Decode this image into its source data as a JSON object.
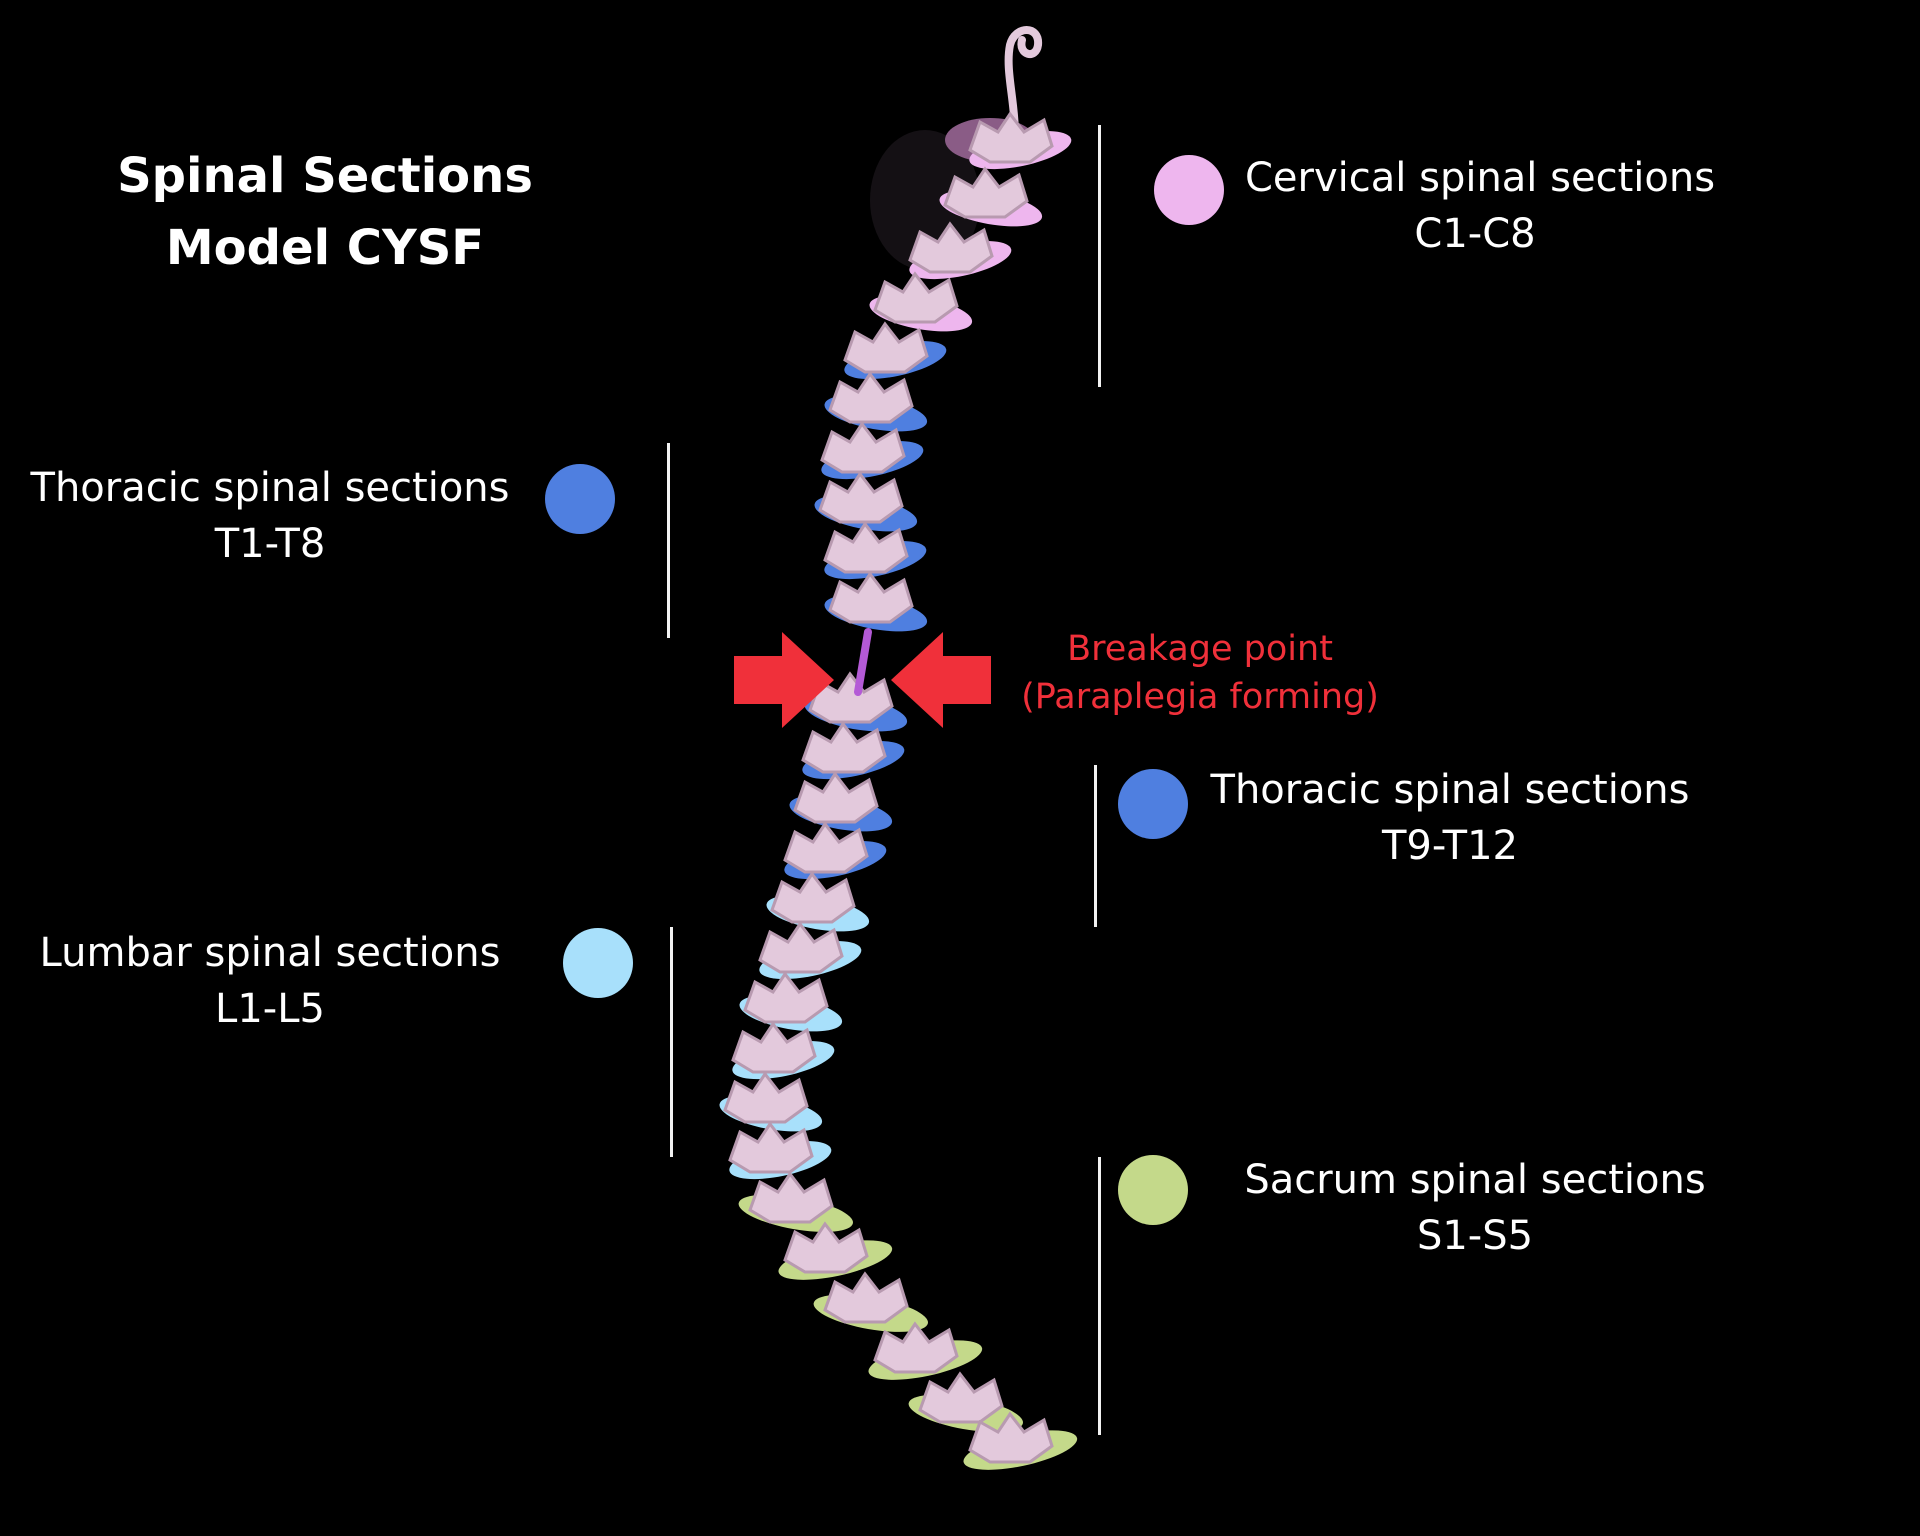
{
  "title": {
    "line1": "Spinal Sections",
    "line2": "Model CYSF"
  },
  "sections": {
    "cervical": {
      "name": "Cervical spinal sections",
      "range": "C1-C8",
      "color": "#eeb6ee"
    },
    "thoracic_upper": {
      "name": "Thoracic spinal sections",
      "range": "T1-T8",
      "color": "#4f7fe0"
    },
    "thoracic_lower": {
      "name": "Thoracic spinal sections",
      "range": "T9-T12",
      "color": "#4f7fe0"
    },
    "lumbar": {
      "name": "Lumbar spinal sections",
      "range": "L1-L5",
      "color": "#a8e0fb"
    },
    "sacrum": {
      "name": "Sacrum spinal sections",
      "range": "S1-S5",
      "color": "#c4d98a"
    }
  },
  "breakage": {
    "line1": "Breakage point",
    "line2": "(Paraplegia forming)",
    "color": "#f0303a"
  },
  "spine_colors": {
    "bone": "#e3c9dc",
    "bone_shadow": "#b89ab0",
    "cervical_disc": "#8a5c86",
    "connector": "#b45ad6"
  }
}
